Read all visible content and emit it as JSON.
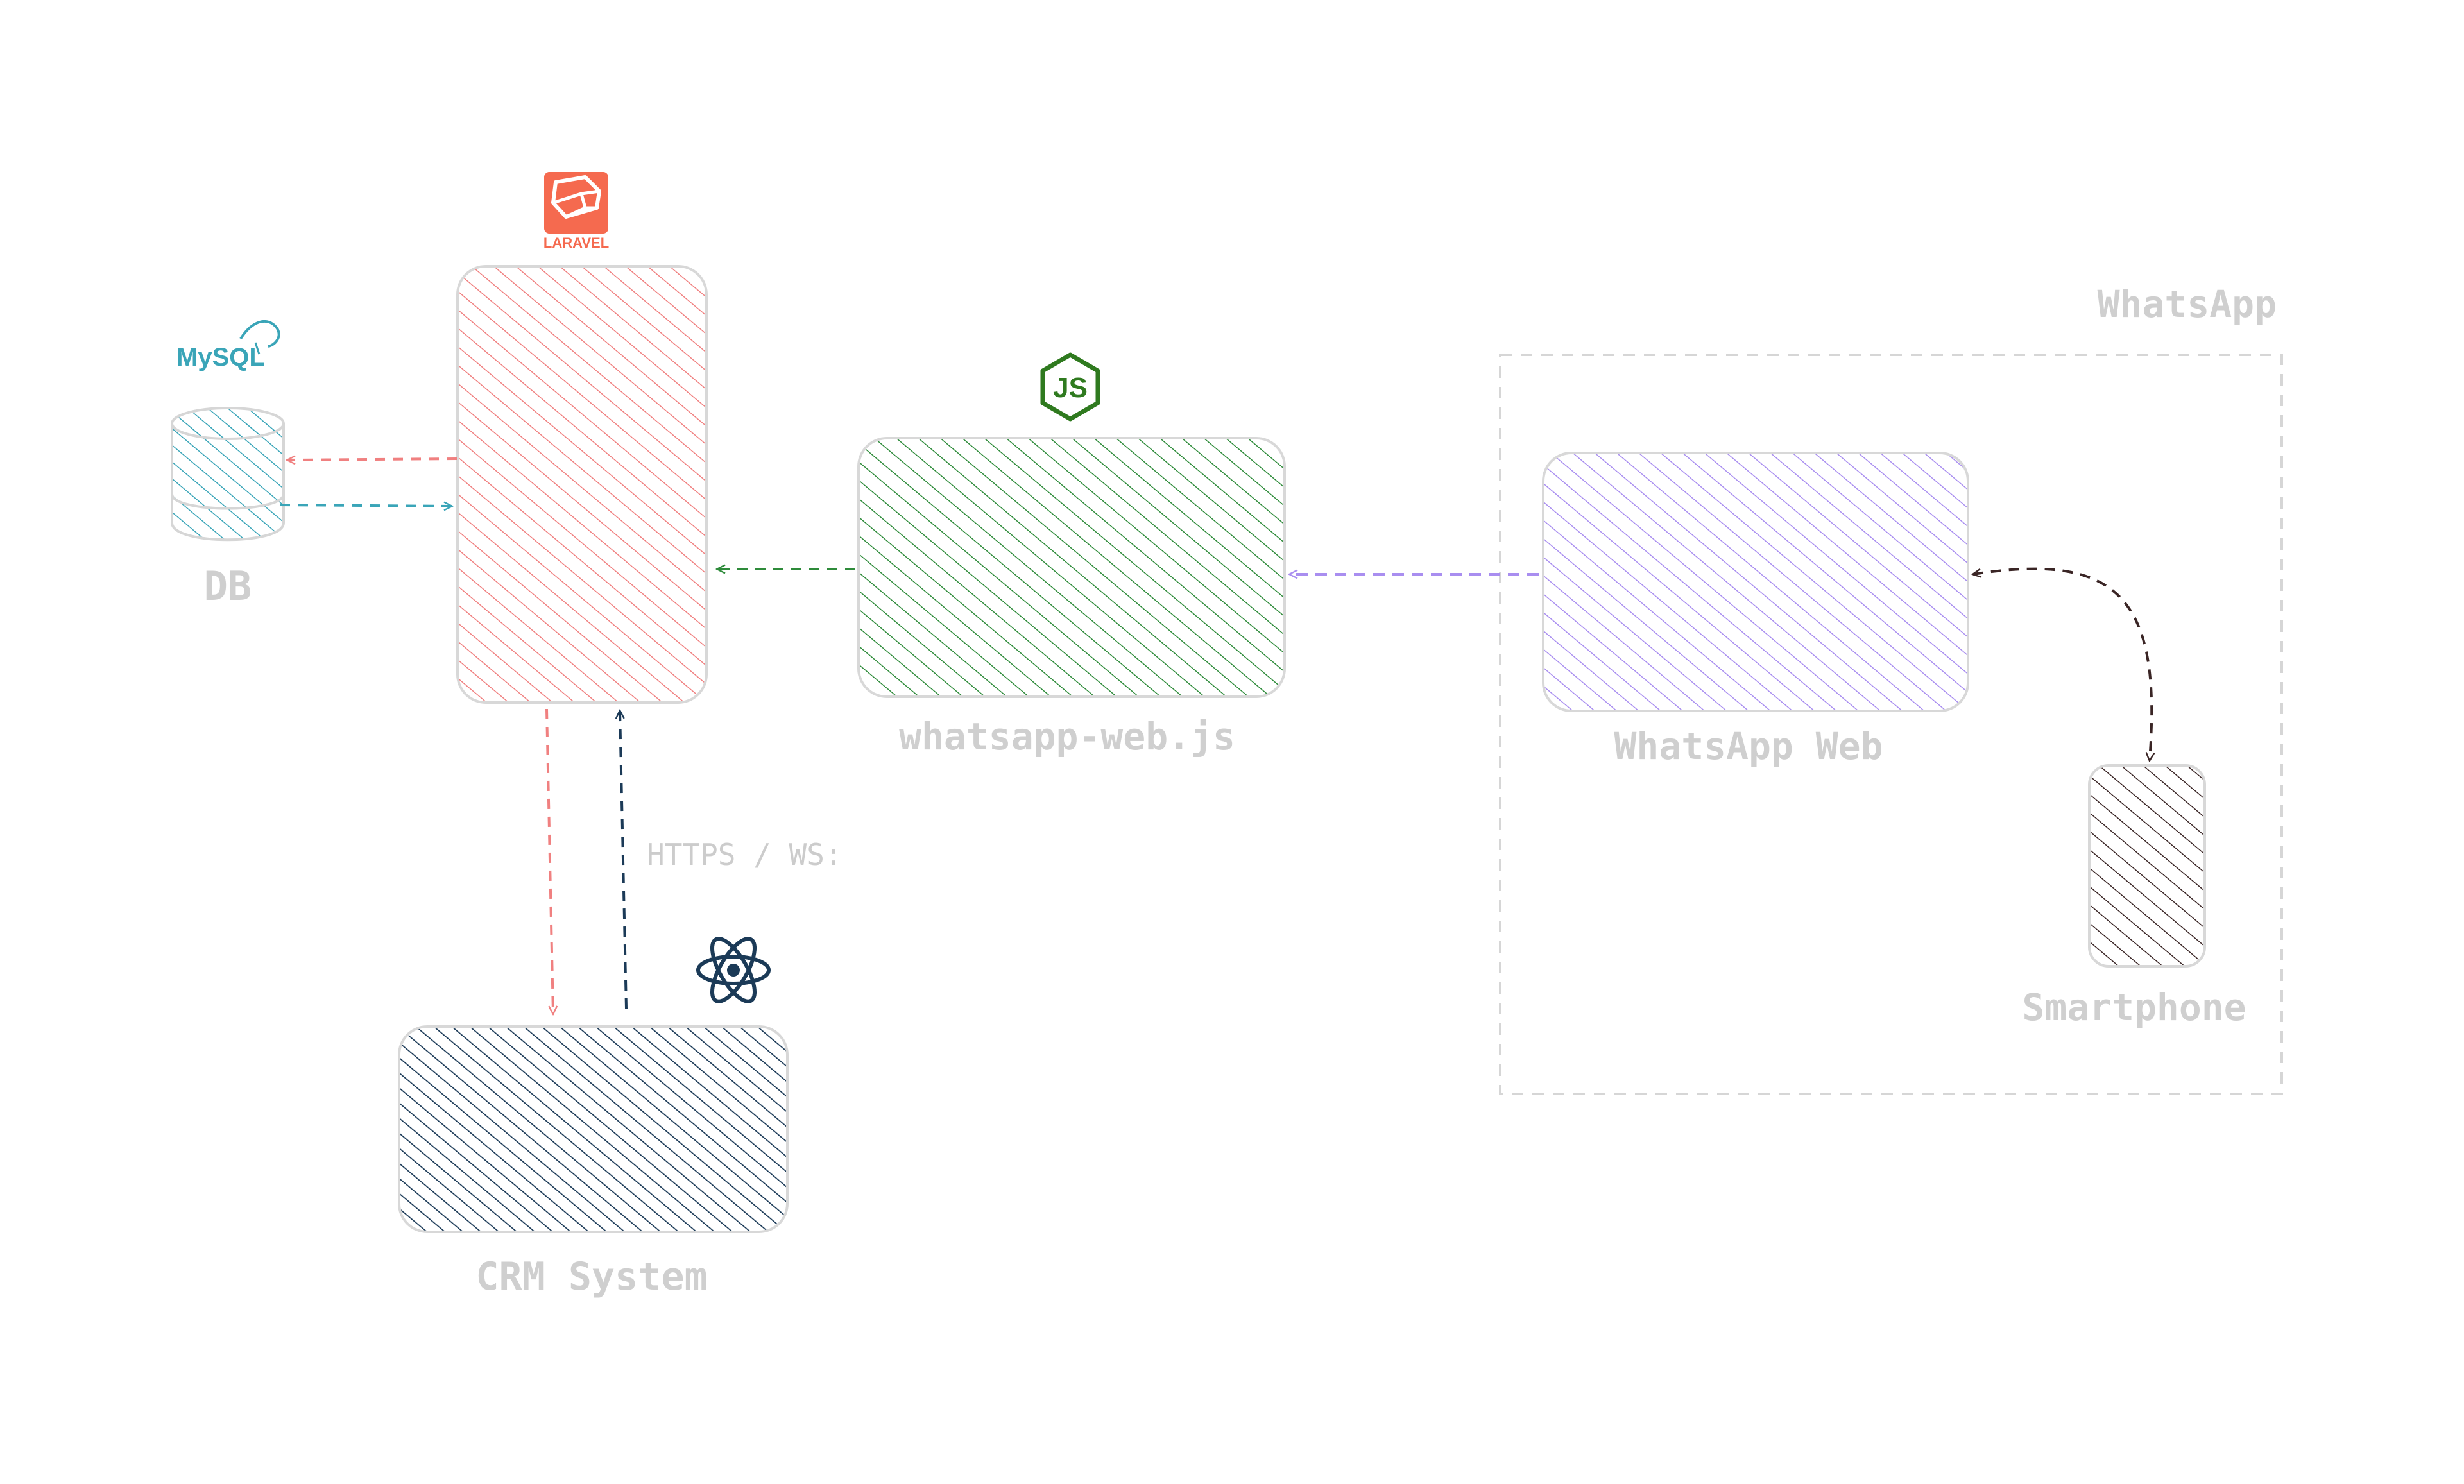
{
  "labels": {
    "db": "DB",
    "crm": "CRM System",
    "node": "whatsapp-web.js",
    "wa_web": "WhatsApp Web",
    "smartphone": "Smartphone",
    "group": "WhatsApp",
    "protocol": "HTTPS / WS:"
  },
  "logos": {
    "mysql": "MySQL",
    "laravel": "LARAVEL",
    "node": "JS"
  },
  "colors": {
    "laravel": "#f08080",
    "mysql": "#3aa5b8",
    "node": "#2e8b3a",
    "whatsapp_web": "#a98ef0",
    "smartphone": "#3a2525",
    "crm": "#1b3a57",
    "label": "#cfcfcf"
  }
}
